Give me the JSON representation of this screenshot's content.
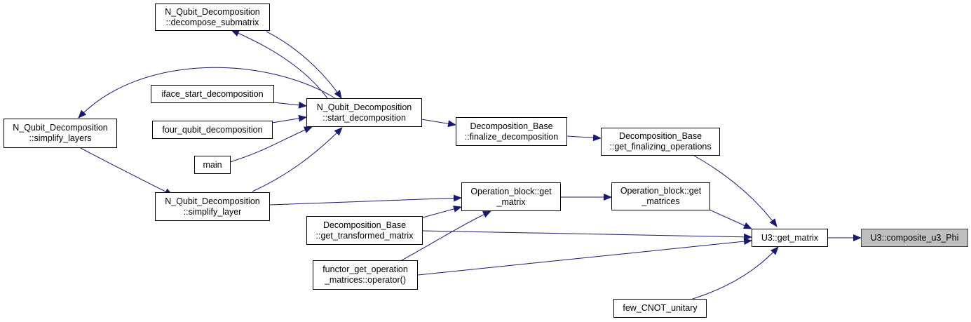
{
  "colors": {
    "edge": "#191970",
    "node_border": "#000000",
    "root_fill": "#bfbfbf",
    "background": "#ffffff"
  },
  "nodes": {
    "decompose_submatrix": [
      "N_Qubit_Decomposition",
      "::decompose_submatrix"
    ],
    "iface": [
      "iface_start_decomposition"
    ],
    "four": [
      "four_qubit_decomposition"
    ],
    "main": [
      "main"
    ],
    "start_decomposition": [
      "N_Qubit_Decomposition",
      "::start_decomposition"
    ],
    "simplify_layers": [
      "N_Qubit_Decomposition",
      "::simplify_layers"
    ],
    "simplify_layer": [
      "N_Qubit_Decomposition",
      "::simplify_layer"
    ],
    "finalize_decomposition": [
      "Decomposition_Base",
      "::finalize_decomposition"
    ],
    "get_finalizing_operations": [
      "Decomposition_Base",
      "::get_finalizing_operations"
    ],
    "opblock_get_matrix": [
      "Operation_block::get",
      "_matrix"
    ],
    "opblock_get_matrices": [
      "Operation_block::get",
      "_matrices"
    ],
    "get_transformed_matrix": [
      "Decomposition_Base",
      "::get_transformed_matrix"
    ],
    "functor": [
      "functor_get_operation",
      "_matrices::operator()"
    ],
    "u3_get_matrix": [
      "U3::get_matrix"
    ],
    "few_cnot": [
      "few_CNOT_unitary"
    ],
    "composite_u3_phi": [
      "U3::composite_u3_Phi"
    ]
  }
}
